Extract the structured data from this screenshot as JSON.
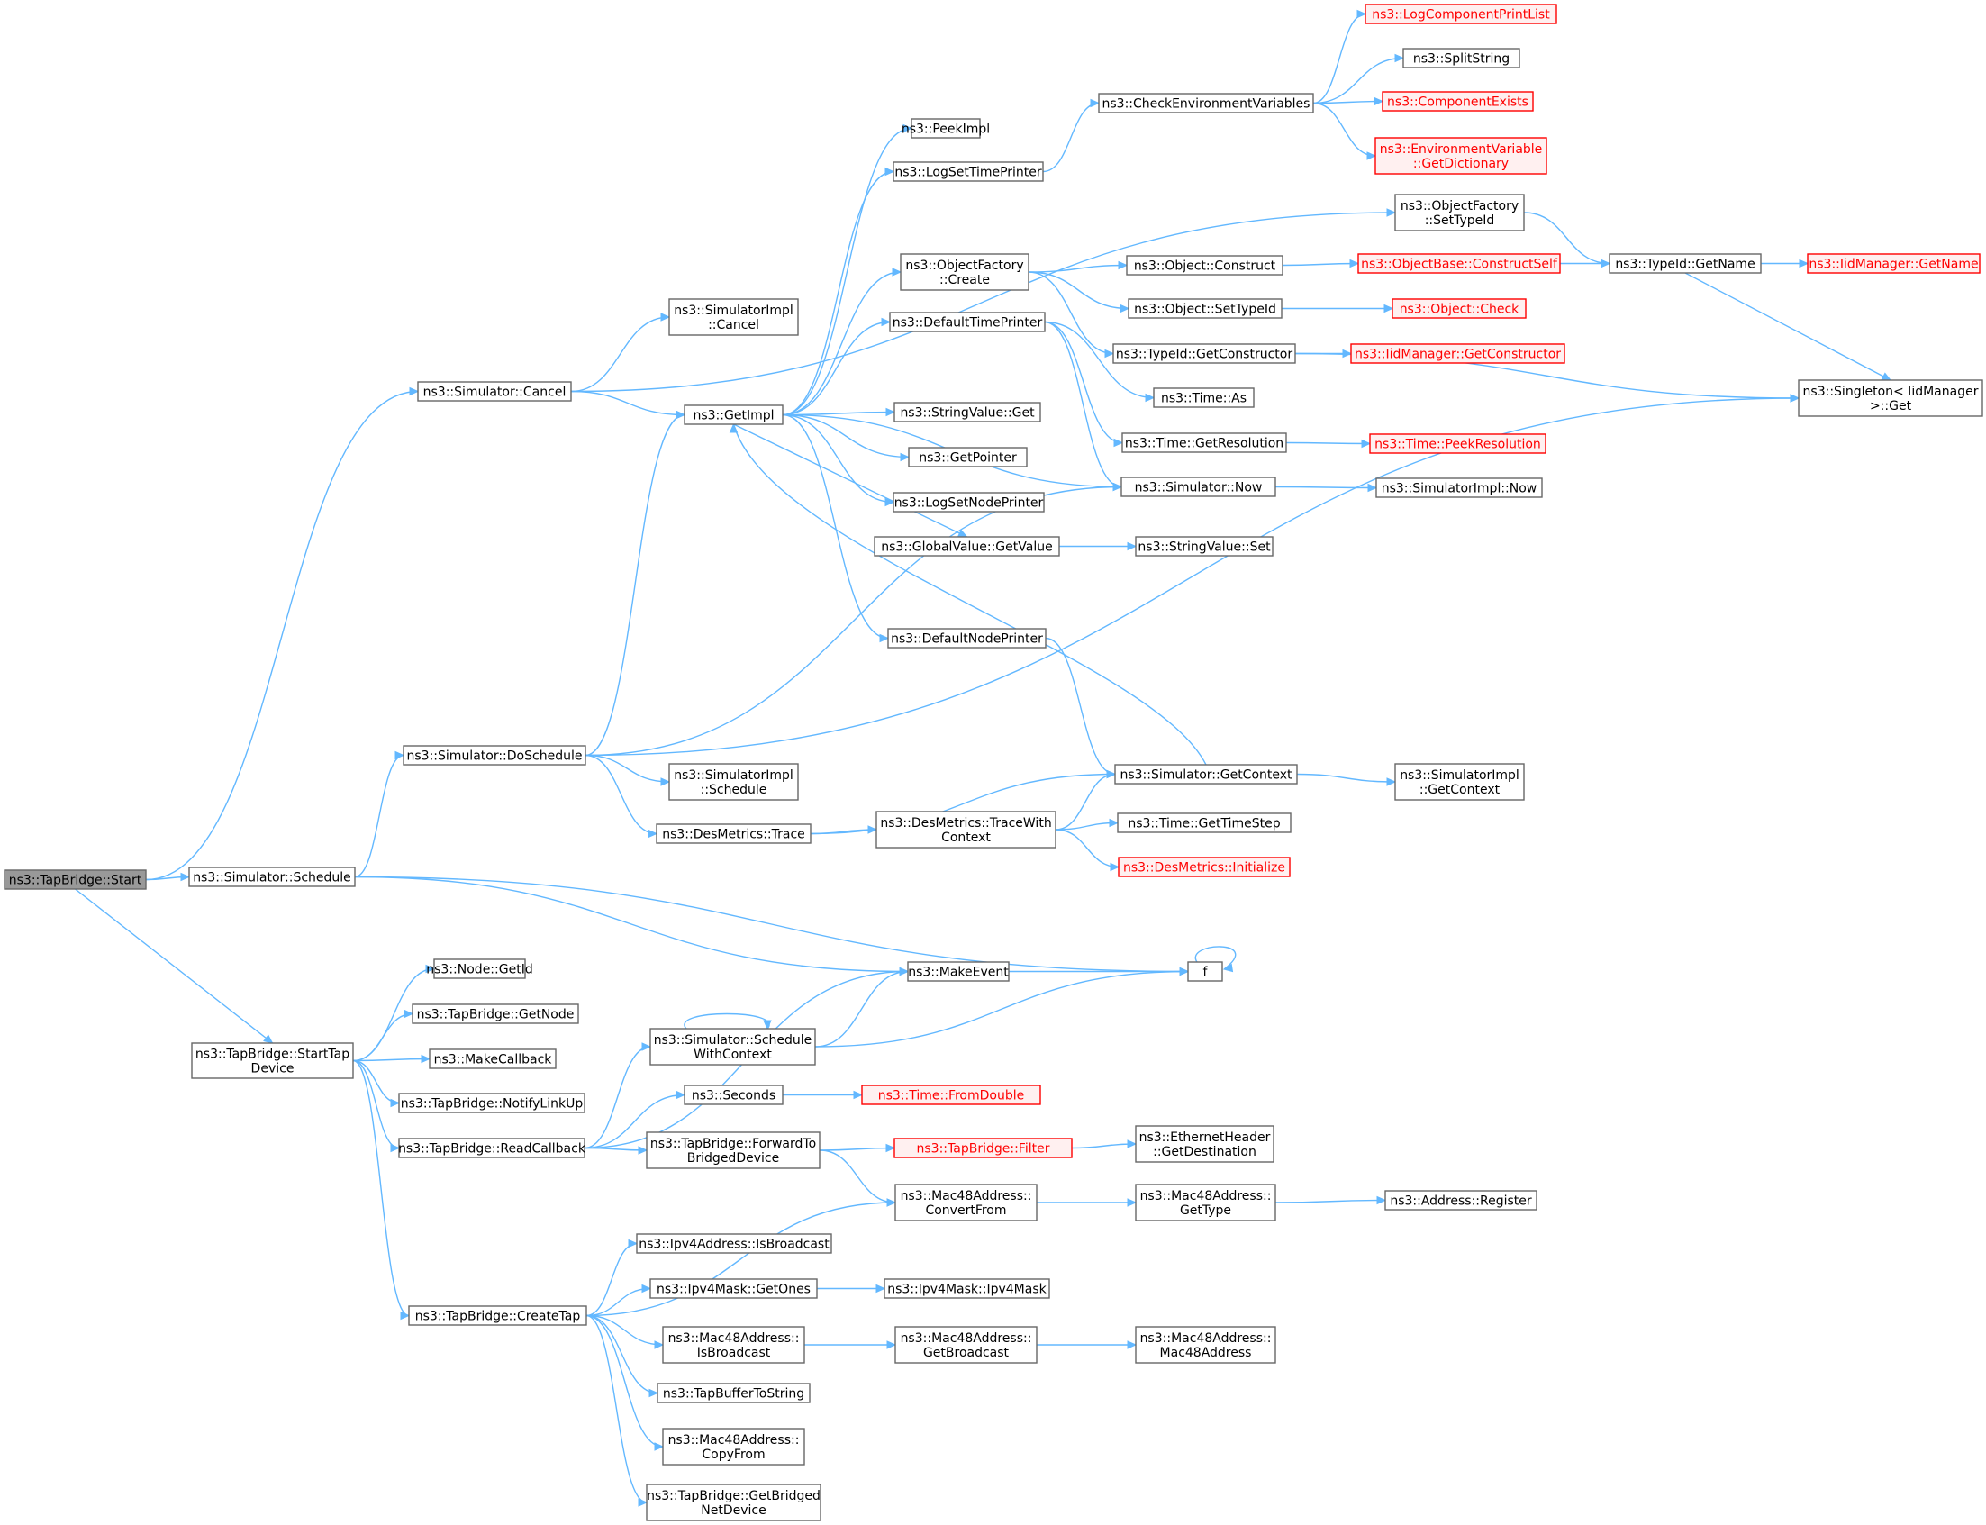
{
  "nodes": [
    {
      "id": "start",
      "label": [
        "ns3::TapBridge::Start"
      ],
      "style": "root"
    },
    {
      "id": "simCancel",
      "label": [
        "ns3::Simulator::Cancel"
      ]
    },
    {
      "id": "simSchedule",
      "label": [
        "ns3::Simulator::Schedule"
      ]
    },
    {
      "id": "startTap",
      "label": [
        "ns3::TapBridge::StartTap",
        "Device"
      ]
    },
    {
      "id": "simDoSchedule",
      "label": [
        "ns3::Simulator::DoSchedule"
      ]
    },
    {
      "id": "simImplCancel",
      "label": [
        "ns3::SimulatorImpl",
        "::Cancel"
      ]
    },
    {
      "id": "getImpl",
      "label": [
        "ns3::GetImpl"
      ]
    },
    {
      "id": "peekImpl",
      "label": [
        "ns3::PeekImpl"
      ]
    },
    {
      "id": "logSetTimePrinter",
      "label": [
        "ns3::LogSetTimePrinter"
      ]
    },
    {
      "id": "objFactoryCreate",
      "label": [
        "ns3::ObjectFactory",
        "::Create"
      ]
    },
    {
      "id": "defaultTimePrinter",
      "label": [
        "ns3::DefaultTimePrinter"
      ]
    },
    {
      "id": "stringValueGet",
      "label": [
        "ns3::StringValue::Get"
      ]
    },
    {
      "id": "getPointer",
      "label": [
        "ns3::GetPointer"
      ]
    },
    {
      "id": "logSetNodePrinter",
      "label": [
        "ns3::LogSetNodePrinter"
      ]
    },
    {
      "id": "globalValueGet",
      "label": [
        "ns3::GlobalValue::GetValue"
      ]
    },
    {
      "id": "defaultNodePrinter",
      "label": [
        "ns3::DefaultNodePrinter"
      ]
    },
    {
      "id": "checkEnv",
      "label": [
        "ns3::CheckEnvironmentVariables"
      ]
    },
    {
      "id": "logCompPrintList",
      "label": [
        "ns3::LogComponentPrintList"
      ],
      "style": "red"
    },
    {
      "id": "splitString",
      "label": [
        "ns3::SplitString"
      ]
    },
    {
      "id": "componentExists",
      "label": [
        "ns3::ComponentExists"
      ],
      "style": "red"
    },
    {
      "id": "envVarGetDict",
      "label": [
        "ns3::EnvironmentVariable",
        "::GetDictionary"
      ],
      "style": "red"
    },
    {
      "id": "objFactorySetTypeId",
      "label": [
        "ns3::ObjectFactory",
        "::SetTypeId"
      ]
    },
    {
      "id": "objConstruct",
      "label": [
        "ns3::Object::Construct"
      ]
    },
    {
      "id": "objSetTypeId",
      "label": [
        "ns3::Object::SetTypeId"
      ]
    },
    {
      "id": "typeIdGetConstructor",
      "label": [
        "ns3::TypeId::GetConstructor"
      ]
    },
    {
      "id": "timeAs",
      "label": [
        "ns3::Time::As"
      ]
    },
    {
      "id": "timeGetResolution",
      "label": [
        "ns3::Time::GetResolution"
      ]
    },
    {
      "id": "simNow",
      "label": [
        "ns3::Simulator::Now"
      ]
    },
    {
      "id": "stringValueSet",
      "label": [
        "ns3::StringValue::Set"
      ]
    },
    {
      "id": "objBaseConstructSelf",
      "label": [
        "ns3::ObjectBase::ConstructSelf"
      ],
      "style": "red"
    },
    {
      "id": "objCheck",
      "label": [
        "ns3::Object::Check"
      ],
      "style": "red"
    },
    {
      "id": "iidGetConstructor",
      "label": [
        "ns3::IidManager::GetConstructor"
      ],
      "style": "red"
    },
    {
      "id": "timePeekResolution",
      "label": [
        "ns3::Time::PeekResolution"
      ],
      "style": "red"
    },
    {
      "id": "simImplNow",
      "label": [
        "ns3::SimulatorImpl::Now"
      ]
    },
    {
      "id": "typeIdGetName",
      "label": [
        "ns3::TypeId::GetName"
      ]
    },
    {
      "id": "iidGetName",
      "label": [
        "ns3::IidManager::GetName"
      ],
      "style": "red"
    },
    {
      "id": "singletonGet",
      "label": [
        "ns3::Singleton< IidManager",
        ">::Get"
      ]
    },
    {
      "id": "simImplSchedule",
      "label": [
        "ns3::SimulatorImpl",
        "::Schedule"
      ]
    },
    {
      "id": "desTrace",
      "label": [
        "ns3::DesMetrics::Trace"
      ]
    },
    {
      "id": "desTraceWithContext",
      "label": [
        "ns3::DesMetrics::TraceWith",
        "Context"
      ]
    },
    {
      "id": "simGetContext",
      "label": [
        "ns3::Simulator::GetContext"
      ]
    },
    {
      "id": "timeGetTimeStep",
      "label": [
        "ns3::Time::GetTimeStep"
      ]
    },
    {
      "id": "desInitialize",
      "label": [
        "ns3::DesMetrics::Initialize"
      ],
      "style": "red"
    },
    {
      "id": "simImplGetContext",
      "label": [
        "ns3::SimulatorImpl",
        "::GetContext"
      ]
    },
    {
      "id": "makeEvent",
      "label": [
        "ns3::MakeEvent"
      ]
    },
    {
      "id": "f",
      "label": [
        "f"
      ]
    },
    {
      "id": "nodeGetId",
      "label": [
        "ns3::Node::GetId"
      ]
    },
    {
      "id": "tapGetNode",
      "label": [
        "ns3::TapBridge::GetNode"
      ]
    },
    {
      "id": "makeCallback",
      "label": [
        "ns3::MakeCallback"
      ]
    },
    {
      "id": "tapNotifyLinkUp",
      "label": [
        "ns3::TapBridge::NotifyLinkUp"
      ]
    },
    {
      "id": "tapReadCallback",
      "label": [
        "ns3::TapBridge::ReadCallback"
      ]
    },
    {
      "id": "simScheduleWithContext",
      "label": [
        "ns3::Simulator::Schedule",
        "WithContext"
      ]
    },
    {
      "id": "seconds",
      "label": [
        "ns3::Seconds"
      ]
    },
    {
      "id": "timeFromDouble",
      "label": [
        "ns3::Time::FromDouble"
      ],
      "style": "red"
    },
    {
      "id": "tapForwardToBridged",
      "label": [
        "ns3::TapBridge::ForwardTo",
        "BridgedDevice"
      ]
    },
    {
      "id": "tapFilter",
      "label": [
        "ns3::TapBridge::Filter"
      ],
      "style": "red"
    },
    {
      "id": "ethGetDestination",
      "label": [
        "ns3::EthernetHeader",
        "::GetDestination"
      ]
    },
    {
      "id": "macConvertFrom",
      "label": [
        "ns3::Mac48Address::",
        "ConvertFrom"
      ]
    },
    {
      "id": "macGetType",
      "label": [
        "ns3::Mac48Address::",
        "GetType"
      ]
    },
    {
      "id": "addressRegister",
      "label": [
        "ns3::Address::Register"
      ]
    },
    {
      "id": "tapCreateTap",
      "label": [
        "ns3::TapBridge::CreateTap"
      ]
    },
    {
      "id": "ipv4IsBroadcast",
      "label": [
        "ns3::Ipv4Address::IsBroadcast"
      ]
    },
    {
      "id": "ipv4MaskGetOnes",
      "label": [
        "ns3::Ipv4Mask::GetOnes"
      ]
    },
    {
      "id": "ipv4MaskIpv4Mask",
      "label": [
        "ns3::Ipv4Mask::Ipv4Mask"
      ]
    },
    {
      "id": "macIsBroadcast",
      "label": [
        "ns3::Mac48Address::",
        "IsBroadcast"
      ]
    },
    {
      "id": "macGetBroadcast",
      "label": [
        "ns3::Mac48Address::",
        "GetBroadcast"
      ]
    },
    {
      "id": "macCtor",
      "label": [
        "ns3::Mac48Address::",
        "Mac48Address"
      ]
    },
    {
      "id": "tapBufferToString",
      "label": [
        "ns3::TapBufferToString"
      ]
    },
    {
      "id": "macCopyFrom",
      "label": [
        "ns3::Mac48Address::",
        "CopyFrom"
      ]
    },
    {
      "id": "tapGetBridgedNetDevice",
      "label": [
        "ns3::TapBridge::GetBridged",
        "NetDevice"
      ]
    }
  ],
  "edges": [
    [
      "start",
      "simCancel"
    ],
    [
      "start",
      "simSchedule"
    ],
    [
      "start",
      "startTap"
    ],
    [
      "simCancel",
      "simImplCancel"
    ],
    [
      "simCancel",
      "getImpl"
    ],
    [
      "simCancel",
      "objFactorySetTypeId"
    ],
    [
      "simSchedule",
      "simDoSchedule"
    ],
    [
      "simSchedule",
      "makeEvent"
    ],
    [
      "simSchedule",
      "f"
    ],
    [
      "simDoSchedule",
      "getImpl"
    ],
    [
      "simDoSchedule",
      "simNow"
    ],
    [
      "simDoSchedule",
      "singletonGet"
    ],
    [
      "simDoSchedule",
      "simImplSchedule"
    ],
    [
      "simDoSchedule",
      "desTrace"
    ],
    [
      "getImpl",
      "peekImpl"
    ],
    [
      "getImpl",
      "logSetTimePrinter"
    ],
    [
      "getImpl",
      "objFactoryCreate"
    ],
    [
      "getImpl",
      "defaultTimePrinter"
    ],
    [
      "getImpl",
      "stringValueGet"
    ],
    [
      "getImpl",
      "getPointer"
    ],
    [
      "getImpl",
      "logSetNodePrinter"
    ],
    [
      "getImpl",
      "globalValueGet"
    ],
    [
      "getImpl",
      "defaultNodePrinter"
    ],
    [
      "getImpl",
      "simNow"
    ],
    [
      "logSetTimePrinter",
      "checkEnv"
    ],
    [
      "checkEnv",
      "logCompPrintList"
    ],
    [
      "checkEnv",
      "splitString"
    ],
    [
      "checkEnv",
      "componentExists"
    ],
    [
      "checkEnv",
      "envVarGetDict"
    ],
    [
      "objFactoryCreate",
      "objConstruct"
    ],
    [
      "objFactoryCreate",
      "objSetTypeId"
    ],
    [
      "objFactoryCreate",
      "typeIdGetConstructor"
    ],
    [
      "defaultTimePrinter",
      "timeAs"
    ],
    [
      "defaultTimePrinter",
      "timeGetResolution"
    ],
    [
      "defaultTimePrinter",
      "simNow"
    ],
    [
      "globalValueGet",
      "stringValueSet"
    ],
    [
      "defaultNodePrinter",
      "simGetContext"
    ],
    [
      "objConstruct",
      "objBaseConstructSelf"
    ],
    [
      "objSetTypeId",
      "objCheck"
    ],
    [
      "typeIdGetConstructor",
      "iidGetConstructor"
    ],
    [
      "typeIdGetConstructor",
      "singletonGet"
    ],
    [
      "timeGetResolution",
      "timePeekResolution"
    ],
    [
      "simNow",
      "simImplNow"
    ],
    [
      "objBaseConstructSelf",
      "typeIdGetName"
    ],
    [
      "objFactorySetTypeId",
      "typeIdGetName"
    ],
    [
      "typeIdGetName",
      "iidGetName"
    ],
    [
      "typeIdGetName",
      "singletonGet"
    ],
    [
      "desTrace",
      "desTraceWithContext"
    ],
    [
      "desTrace",
      "simGetContext"
    ],
    [
      "desTraceWithContext",
      "simGetContext"
    ],
    [
      "desTraceWithContext",
      "timeGetTimeStep"
    ],
    [
      "desTraceWithContext",
      "desInitialize"
    ],
    [
      "simGetContext",
      "simImplGetContext"
    ],
    [
      "simGetContext",
      "getImpl"
    ],
    [
      "makeEvent",
      "f"
    ],
    [
      "f",
      "f"
    ],
    [
      "startTap",
      "nodeGetId"
    ],
    [
      "startTap",
      "tapGetNode"
    ],
    [
      "startTap",
      "makeCallback"
    ],
    [
      "startTap",
      "tapNotifyLinkUp"
    ],
    [
      "startTap",
      "tapReadCallback"
    ],
    [
      "startTap",
      "tapCreateTap"
    ],
    [
      "tapReadCallback",
      "makeEvent"
    ],
    [
      "tapReadCallback",
      "simScheduleWithContext"
    ],
    [
      "tapReadCallback",
      "seconds"
    ],
    [
      "tapReadCallback",
      "tapForwardToBridged"
    ],
    [
      "simScheduleWithContext",
      "simScheduleWithContext"
    ],
    [
      "simScheduleWithContext",
      "makeEvent"
    ],
    [
      "simScheduleWithContext",
      "f"
    ],
    [
      "seconds",
      "timeFromDouble"
    ],
    [
      "tapForwardToBridged",
      "tapFilter"
    ],
    [
      "tapForwardToBridged",
      "macConvertFrom"
    ],
    [
      "tapFilter",
      "ethGetDestination"
    ],
    [
      "macConvertFrom",
      "macGetType"
    ],
    [
      "macGetType",
      "addressRegister"
    ],
    [
      "tapCreateTap",
      "macConvertFrom"
    ],
    [
      "tapCreateTap",
      "ipv4IsBroadcast"
    ],
    [
      "tapCreateTap",
      "ipv4MaskGetOnes"
    ],
    [
      "tapCreateTap",
      "macIsBroadcast"
    ],
    [
      "tapCreateTap",
      "tapBufferToString"
    ],
    [
      "tapCreateTap",
      "macCopyFrom"
    ],
    [
      "tapCreateTap",
      "tapGetBridgedNetDevice"
    ],
    [
      "ipv4MaskGetOnes",
      "ipv4MaskIpv4Mask"
    ],
    [
      "macIsBroadcast",
      "macGetBroadcast"
    ],
    [
      "macGetBroadcast",
      "macCtor"
    ]
  ],
  "colors": {
    "edge": "#63b8ff",
    "root_fill": "#999999",
    "red_border": "#ff0000",
    "box_border": "#666666"
  }
}
